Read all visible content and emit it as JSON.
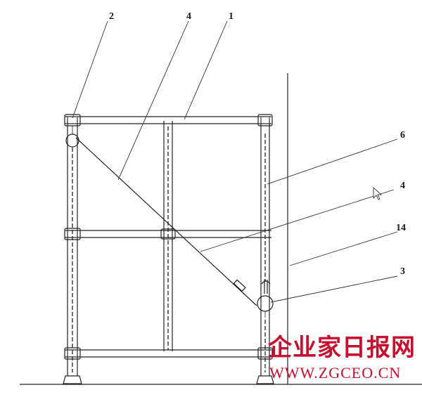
{
  "callouts": [
    {
      "id": "2",
      "label": "2"
    },
    {
      "id": "4a",
      "label": "4"
    },
    {
      "id": "1",
      "label": "1"
    },
    {
      "id": "6",
      "label": "6"
    },
    {
      "id": "4b",
      "label": "4"
    },
    {
      "id": "14",
      "label": "14"
    },
    {
      "id": "3",
      "label": "3"
    }
  ],
  "watermark": {
    "brand_cn": "企业家日报网",
    "brand_url": "WWW.ZGCEO.CN",
    "color": "#c8102e"
  }
}
